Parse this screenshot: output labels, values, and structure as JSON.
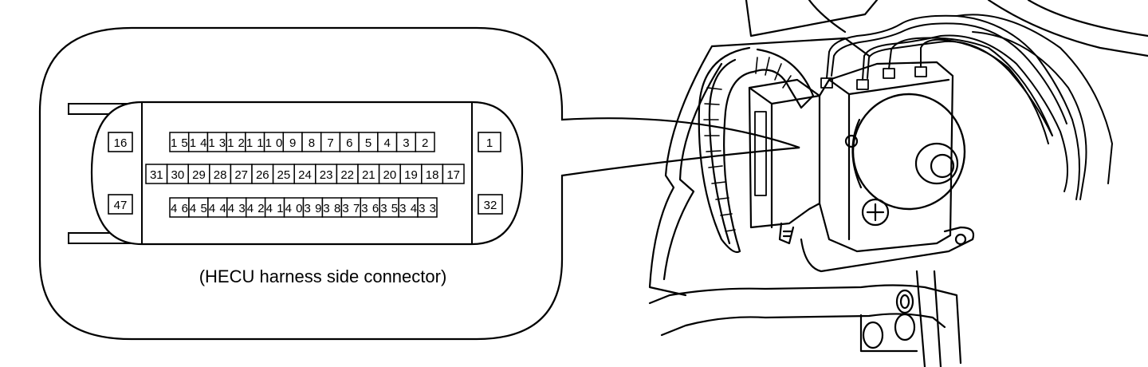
{
  "caption": "(HECU harness side connector)",
  "connector": {
    "row1_pins": [
      "15",
      "14",
      "13",
      "12",
      "11",
      "10",
      "9",
      "8",
      "7",
      "6",
      "5",
      "4",
      "3",
      "2"
    ],
    "row2_pins": [
      "31",
      "30",
      "29",
      "28",
      "27",
      "26",
      "25",
      "24",
      "23",
      "22",
      "21",
      "20",
      "19",
      "18",
      "17"
    ],
    "row3_pins": [
      "46",
      "45",
      "44",
      "43",
      "42",
      "41",
      "40",
      "39",
      "38",
      "37",
      "36",
      "35",
      "34",
      "33"
    ],
    "side_pins": {
      "top_left": "16",
      "bottom_left": "47",
      "top_right": "1",
      "bottom_right": "32"
    }
  }
}
